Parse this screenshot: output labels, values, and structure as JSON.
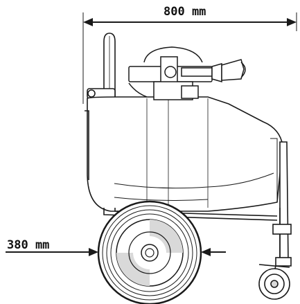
{
  "dimensions": {
    "overall_width": {
      "value": 800,
      "unit": "mm",
      "label": "800 mm"
    },
    "wheel_diameter": {
      "value": 380,
      "unit": "mm",
      "label": "380 mm"
    }
  },
  "colors": {
    "line": "#1a1a1a",
    "body_fill": "#ffffff",
    "shade": "#d9d9d9",
    "tire": "#222222"
  }
}
